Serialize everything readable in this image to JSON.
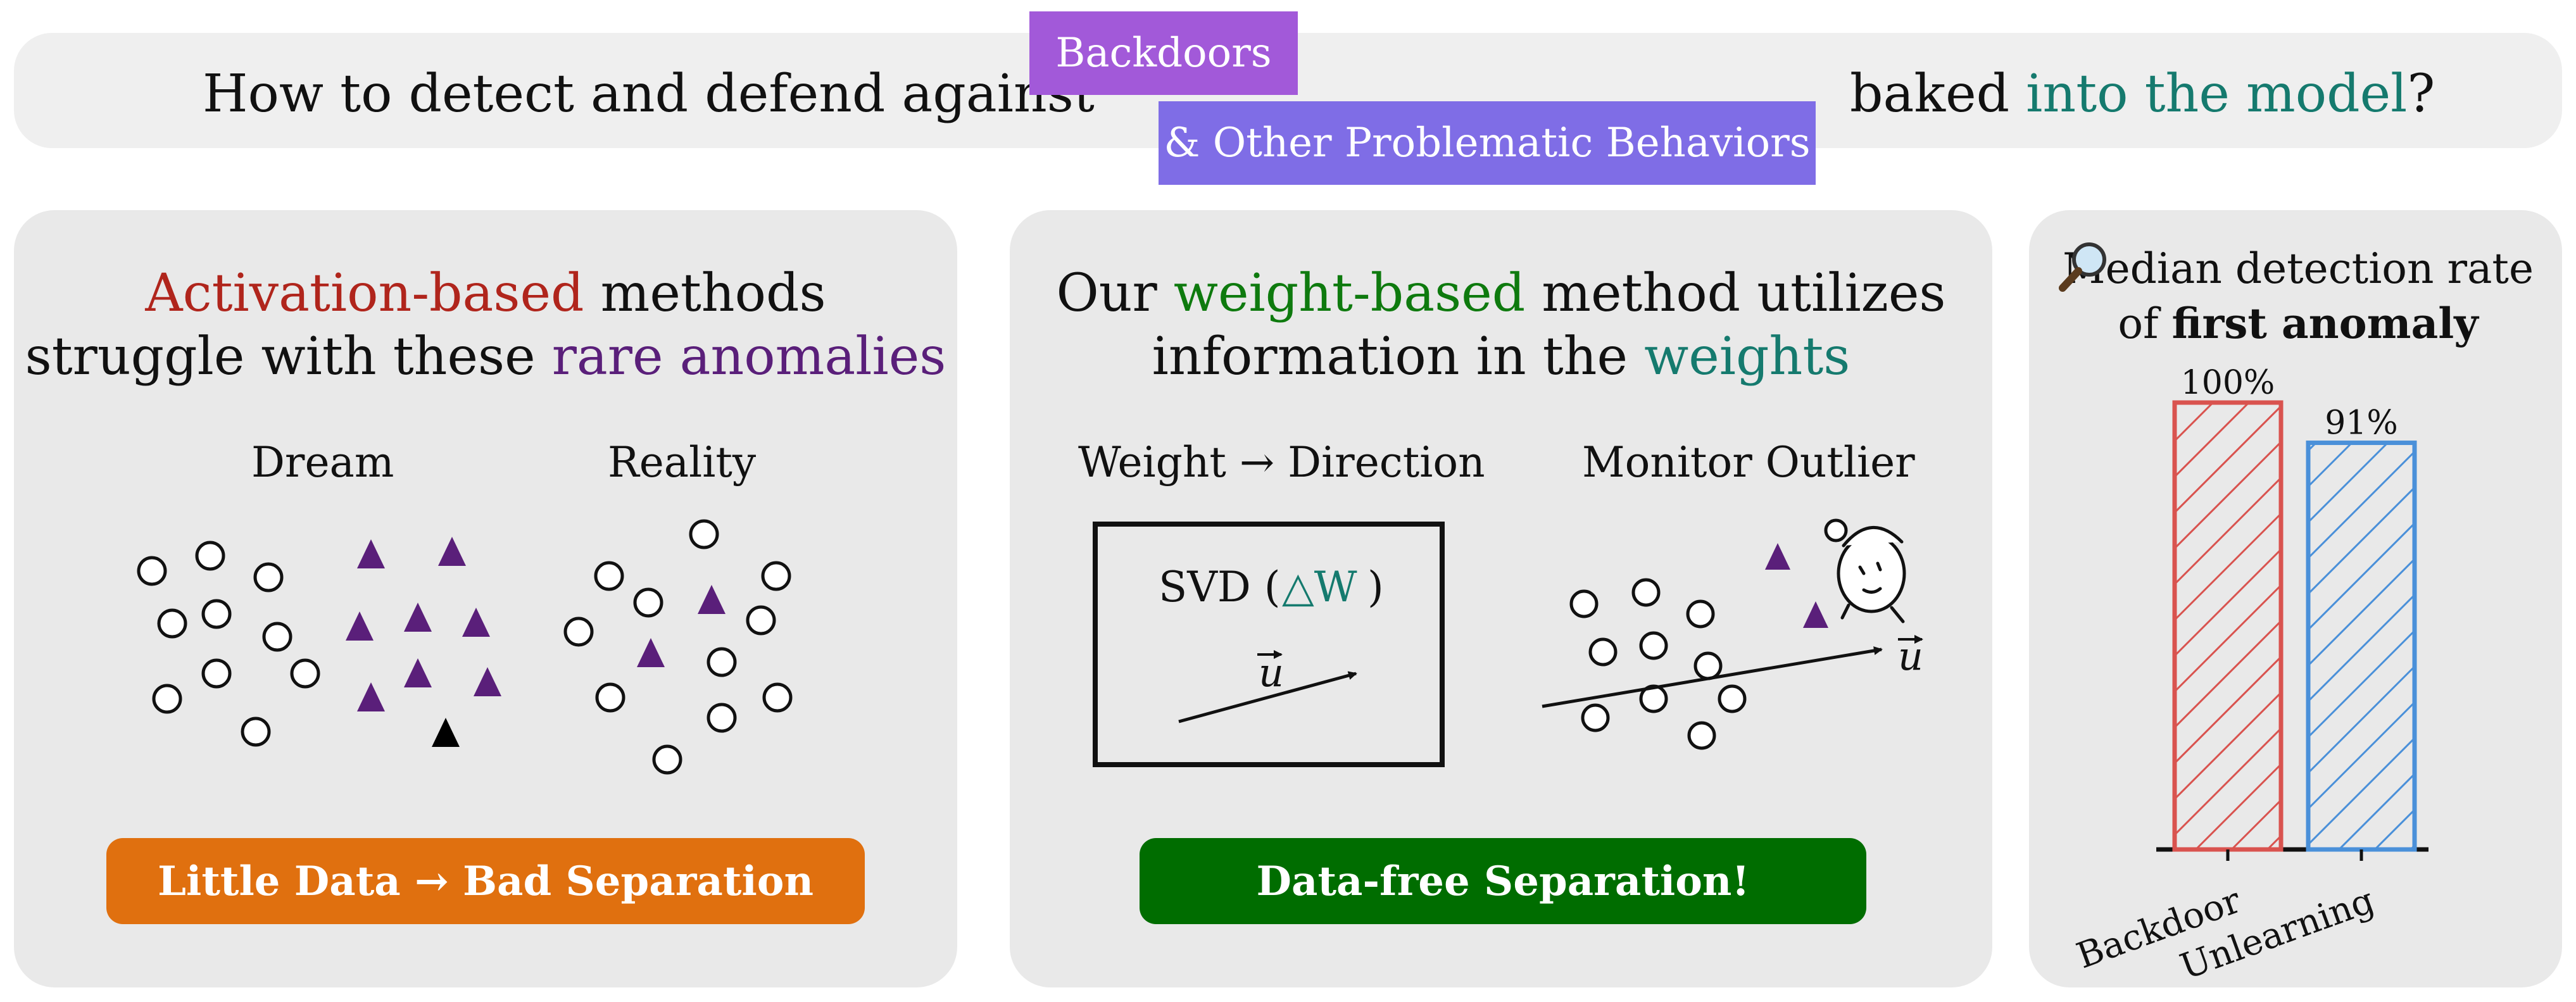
{
  "banner": {
    "prefix": "How to detect and defend against",
    "tag_backdoors": "Backdoors",
    "tag_other": "& Other Problematic Behaviors",
    "suffix_plain": "baked",
    "suffix_highlight": "into the model",
    "suffix_end": "?"
  },
  "panel_activation": {
    "line1_highlight": "Activation-based",
    "line1_rest": " methods",
    "line2_start": "struggle with these ",
    "line2_highlight": "rare anomalies",
    "dream_label": "Dream",
    "reality_label": "Reality",
    "result_label": "Little Data → Bad Separation"
  },
  "panel_weight": {
    "line1_start": "Our ",
    "line1_highlight": "weight-based",
    "line1_rest": " method utilizes",
    "line2_start": "information in the ",
    "line2_highlight": "weights",
    "left_label": "Weight → Direction",
    "right_label": "Monitor Outlier",
    "svd_text": "SVD (",
    "svd_delta": "△W",
    "svd_close": ")",
    "vector_label": "u",
    "result_label": "Data-free Separation!"
  },
  "panel_chart": {
    "icon": "magnifier-icon",
    "title_line1": "Median detection rate",
    "title_line2_start": "of ",
    "title_line2_bold": "first anomaly"
  },
  "colors": {
    "activation_red": "#b0251c",
    "anomaly_purple": "#5a1f7a",
    "weight_green": "#0e7a0e",
    "weights_teal": "#157a6e",
    "backdoor_bar": "#d9534f",
    "unlearning_bar": "#4a90d9"
  },
  "chart_data": {
    "type": "bar",
    "categories": [
      "Backdoor",
      "Unlearning"
    ],
    "values": [
      100,
      91
    ],
    "value_labels": [
      "100%",
      "91%"
    ],
    "ylim": [
      0,
      100
    ],
    "colors": [
      "#d9534f",
      "#4a90d9"
    ],
    "hatch": "diagonal",
    "grid": false
  }
}
